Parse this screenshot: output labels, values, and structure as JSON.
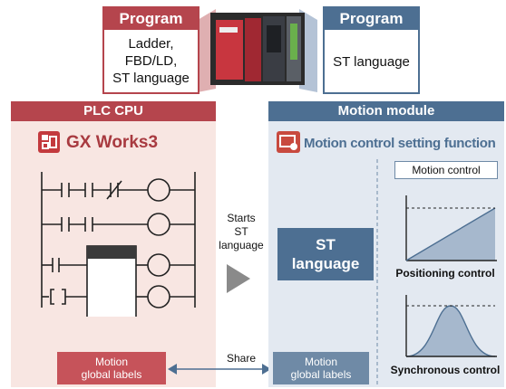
{
  "program_left": {
    "title": "Program",
    "lines": [
      "Ladder,",
      "FBD/LD,",
      "ST language"
    ]
  },
  "program_right": {
    "title": "Program",
    "lines": [
      "ST language"
    ]
  },
  "plc_cpu": {
    "header": "PLC CPU",
    "app_name": "GX Works3",
    "global_label": [
      "Motion",
      "global labels"
    ]
  },
  "motion_module": {
    "header": "Motion module",
    "app_name": "Motion control setting function",
    "motion_control_label": "Motion control",
    "st_box": [
      "ST",
      "language"
    ],
    "positioning_caption": "Positioning control",
    "synchronous_caption": "Synchronous control",
    "global_label": [
      "Motion",
      "global labels"
    ]
  },
  "middle": {
    "starts_text": [
      "Starts",
      "ST",
      "language"
    ],
    "share_text": "Share"
  },
  "colors": {
    "plc_red": "#b5454d",
    "motion_blue": "#4d6f92",
    "plc_bg": "#f8e6e2",
    "motion_bg": "#e3e9f1"
  }
}
